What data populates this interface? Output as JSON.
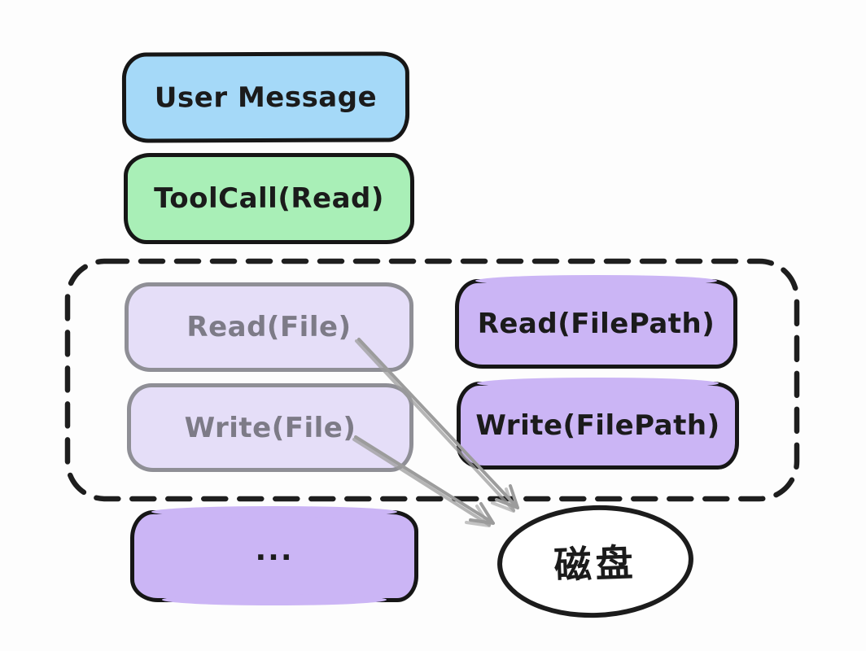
{
  "nodes": {
    "user_message": "User Message",
    "tool_call": "ToolCall(Read)",
    "read_file": "Read(File)",
    "write_file": "Write(File)",
    "read_filepath": "Read(FilePath)",
    "write_filepath": "Write(FilePath)",
    "more": "...",
    "disk": "磁盘"
  },
  "colors": {
    "background": "#fdfdfd",
    "user_message_fill": "#a5d9f8",
    "tool_call_fill": "#a9efb7",
    "deprecated_fill": "#e5def8",
    "deprecated_border": "#8f8f96",
    "deprecated_text": "#7d7b87",
    "tool_fill": "#cbb5f5",
    "outline_black": "#161616",
    "dashed_border": "#1e1e1e",
    "arrow_gray": "#9c9c9c",
    "disk_fill": "#ffffff"
  },
  "connections": [
    {
      "from": "read_file",
      "to": "disk"
    },
    {
      "from": "write_file",
      "to": "disk"
    }
  ]
}
